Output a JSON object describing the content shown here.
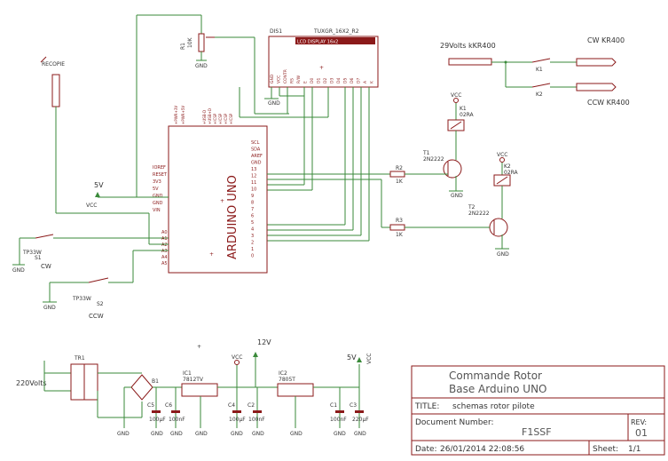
{
  "display": {
    "ref": "DIS1",
    "part": "TUXGR_16X2_R2",
    "label": "LCD DISPLAY 16x2",
    "pins": [
      "GND",
      "VCC",
      "CONTR",
      "RS",
      "R/W",
      "E",
      "D0",
      "D1",
      "D2",
      "D3",
      "D4",
      "D5",
      "D6",
      "D7",
      "A",
      "K"
    ]
  },
  "pot": {
    "ref": "R1",
    "value": "10K"
  },
  "recopie": "RECOPIE",
  "arduino": {
    "name": "ARDUINO UNO",
    "power_pins": [
      "IOREF",
      "RESET",
      "3V3",
      "5V",
      "GND",
      "GND",
      "VIN"
    ],
    "analog_pins": [
      "A0",
      "A1",
      "A2",
      "A3",
      "A4",
      "A5"
    ],
    "digital_pins": [
      "SCL",
      "SDA",
      "AREF",
      "GND",
      "13",
      "12",
      "11",
      "10",
      "9",
      "8",
      "7",
      "6",
      "5",
      "4",
      "3",
      "2",
      "1",
      "0"
    ]
  },
  "supply_in": "29Volts kKR400",
  "cw_out": "CW KR400",
  "ccw_out": "CCW KR400",
  "k1": {
    "ref": "K1",
    "type": "02RA"
  },
  "k2": {
    "ref": "K2",
    "type": "02RA"
  },
  "t1": {
    "ref": "T1",
    "type": "2N2222"
  },
  "t2": {
    "ref": "T2",
    "type": "2N2222"
  },
  "r2": {
    "ref": "R2",
    "value": "1K"
  },
  "r3": {
    "ref": "R3",
    "value": "1K"
  },
  "sw_cw": {
    "ref": "S1",
    "part": "TP33W",
    "label": "CW"
  },
  "sw_ccw": {
    "ref": "S2",
    "part": "TP33W",
    "label": "CCW"
  },
  "vcc": "VCC",
  "gnd": "GND",
  "v5": "5V",
  "v12": "12V",
  "mains": "220Volts",
  "tr1": "TR1",
  "b1": "B1",
  "ic1": {
    "ref": "IC1",
    "part": "7812TV"
  },
  "ic2": {
    "ref": "IC2",
    "part": "7805T"
  },
  "caps": {
    "c5": "C5",
    "c5v": "100μF",
    "c6": "C6",
    "c6v": "100nF",
    "c4": "C4",
    "c4v": "100μF",
    "c2": "C2",
    "c2v": "100nF",
    "c1": "C1",
    "c1v": "100nF",
    "c3": "C3",
    "c3v": "220μF"
  },
  "title_block": {
    "title_line1": "Commande Rotor",
    "title_line2": "Base Arduino UNO",
    "title_label": "TITLE:",
    "title_value": "schemas rotor pilote",
    "doc_label": "Document Number:",
    "doc_value": "F1SSF",
    "rev_label": "REV:",
    "rev_value": "01",
    "date_label": "Date:",
    "date_value": "26/01/2014 22:08:56",
    "sheet_label": "Sheet:",
    "sheet_value": "1/1"
  }
}
